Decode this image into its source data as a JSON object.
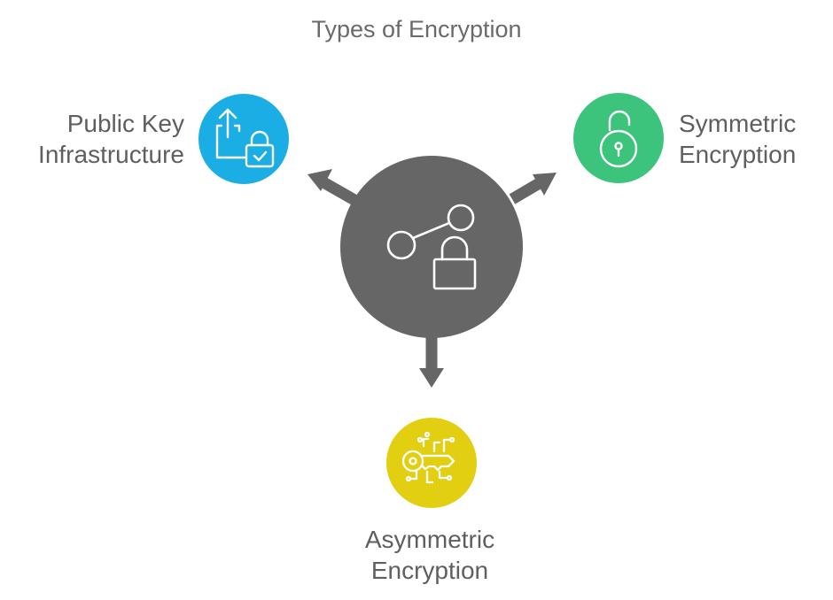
{
  "diagram": {
    "title": "Types of Encryption",
    "center": {
      "icon": "encryption-key-lock-icon"
    },
    "branches": [
      {
        "id": "pki",
        "label_lines": [
          "Public Key",
          "Infrastructure"
        ],
        "color": "#1aaee5",
        "icon": "share-lock-icon"
      },
      {
        "id": "symmetric",
        "label_lines": [
          "Symmetric",
          "Encryption"
        ],
        "color": "#3cc47c",
        "icon": "open-padlock-icon"
      },
      {
        "id": "asymmetric",
        "label_lines": [
          "Asymmetric",
          "Encryption"
        ],
        "color": "#e3cf12",
        "icon": "digital-key-icon"
      }
    ],
    "colors": {
      "hub": "#666666",
      "arrow": "#666666",
      "icon_stroke": "#ffffff"
    }
  }
}
